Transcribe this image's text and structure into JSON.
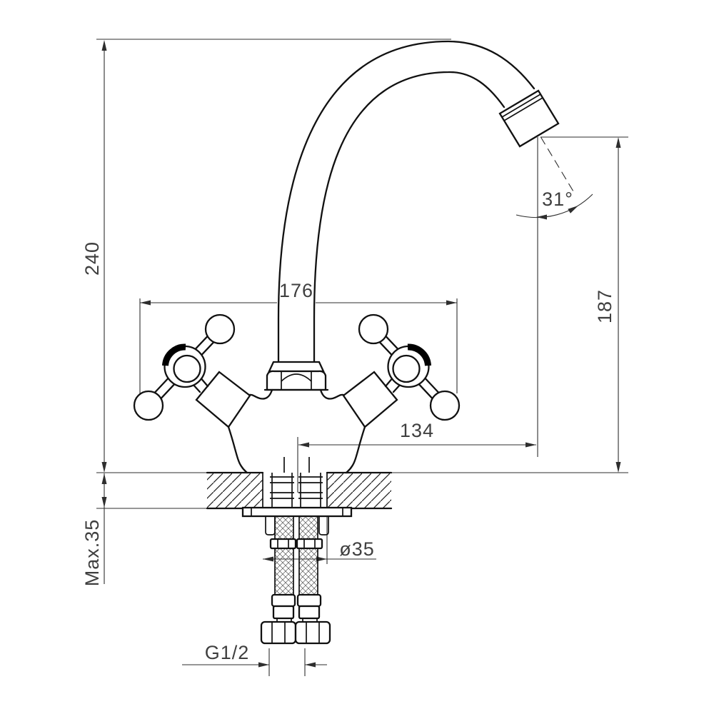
{
  "drawing": {
    "labels": {
      "overall_height": "240",
      "handle_span_width": "176",
      "spout_outlet_height": "187",
      "spout_reach": "134",
      "outlet_angle": "31°",
      "max_deck_thickness": "Max.35",
      "hole_diameter": "ø35",
      "connection_thread": "G1/2"
    },
    "colors": {
      "background": "#ffffff",
      "object_line": "#111111",
      "dimension_line": "#2e2e2e",
      "label_text": "#3f3f3f"
    }
  }
}
